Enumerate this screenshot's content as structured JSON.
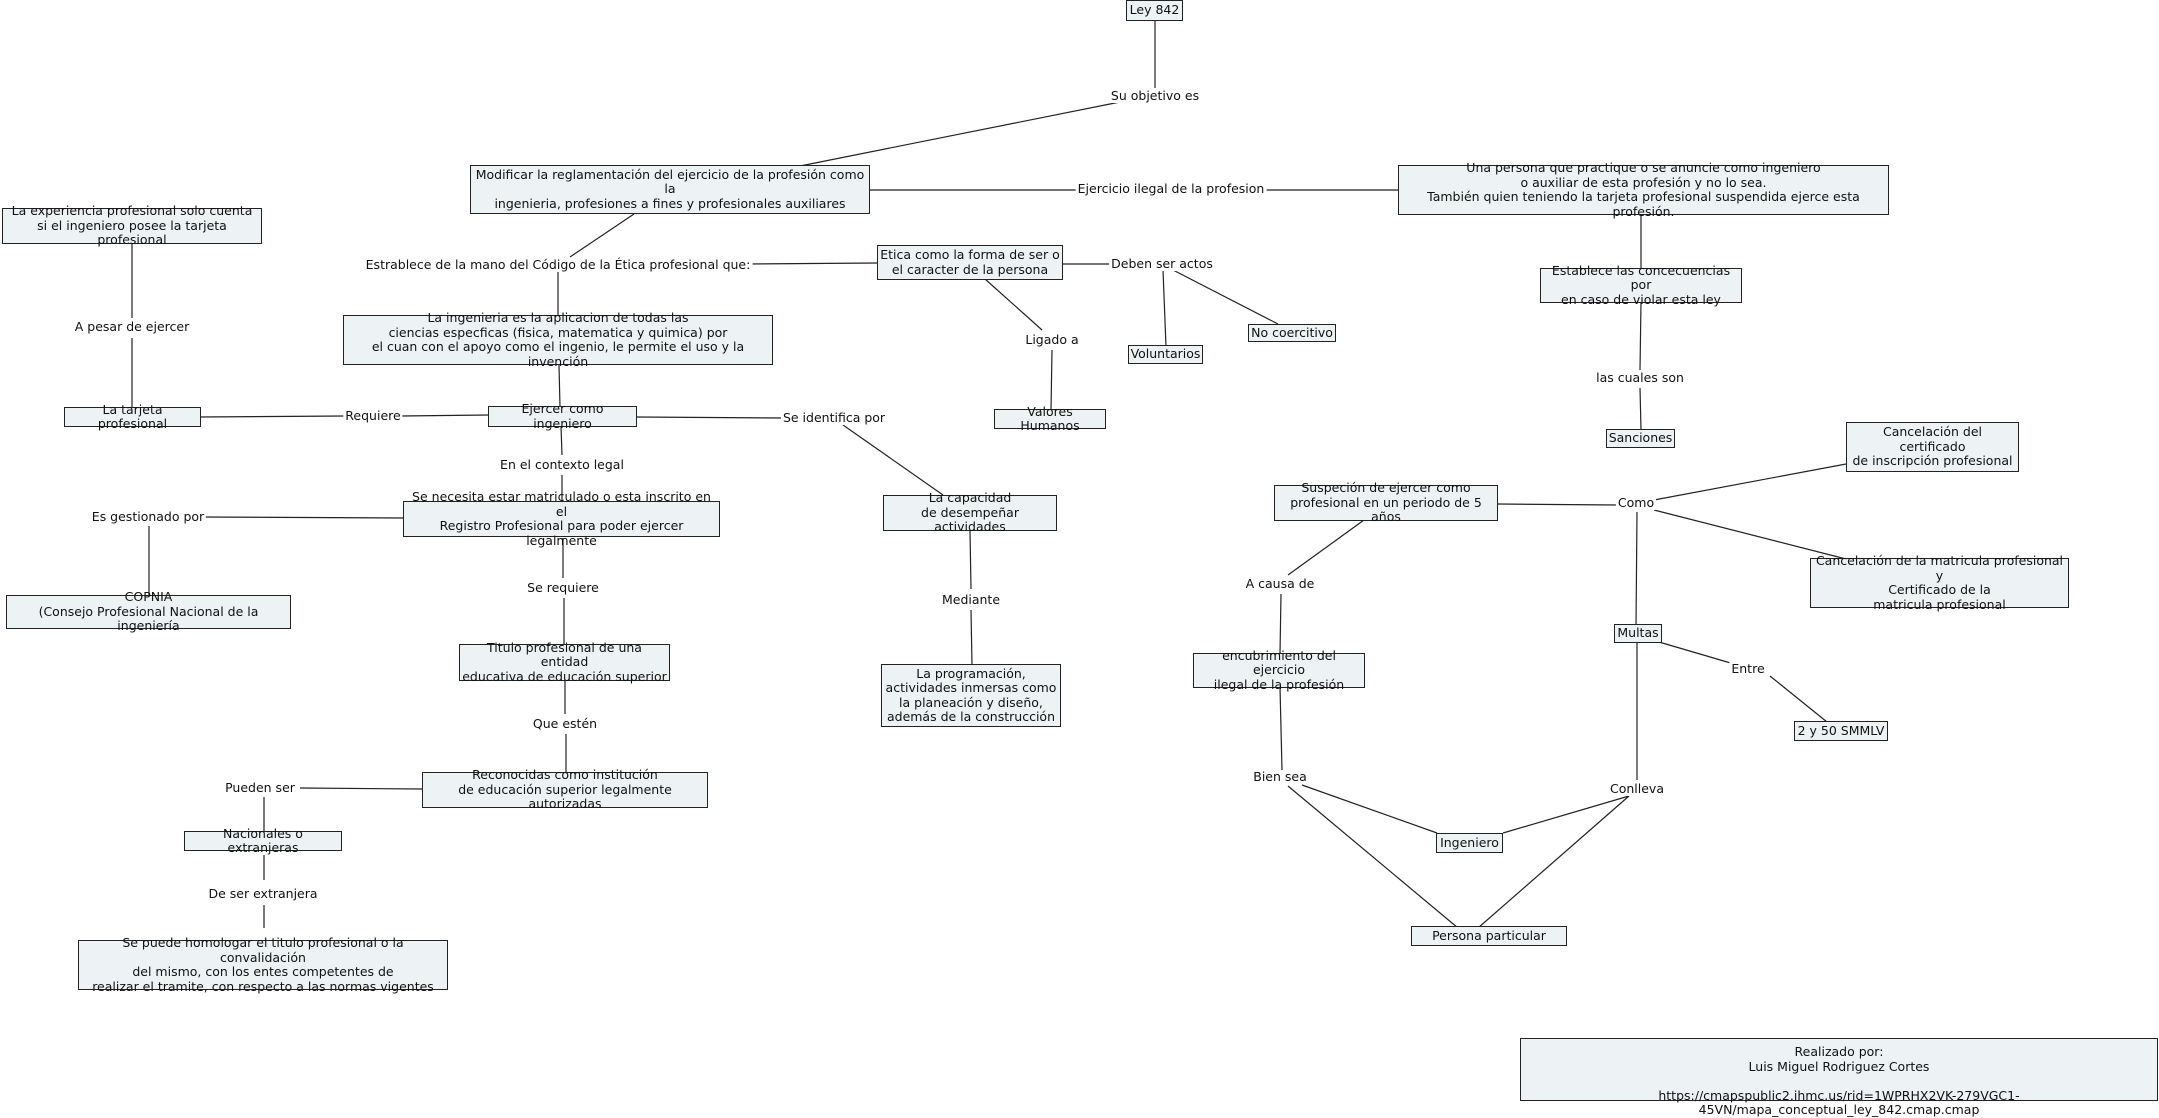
{
  "concepts": {
    "ley842": "Ley 842",
    "modificar": "Modificar la reglamentación del ejercicio de la profesión como la\ningenieria, profesiones a fines y profesionales auxiliares",
    "persona_practique": "Una persona que practique o se anuncie como ingeniero\no auxiliar de esta profesión y no lo sea.\nTambién quien teniendo la tarjeta profesional suspendida ejerce esta profesión.",
    "experiencia": "La experiencia profesional solo cuenta\nsi el ingeniero posee la tarjeta profesional",
    "etica": "Etica como la forma de ser o\nel caracter de la persona",
    "ingenieria_aplicacion": "La ingenieria es la aplicacion de todas las\nciencias especficas (fisica, matematica y quimica) por\nel cuan con el apoyo como el ingenio, le permite el uso y la invención",
    "establece_consecuencias": "Establece las concecuencias por\nen caso de violar esta ley",
    "voluntarios": "Voluntarios",
    "no_coercitivo": "No coercitivo",
    "tarjeta": "La tarjeta profesional",
    "ejercer": "Ejercer como ingeniero",
    "valores": "Valores Humanos",
    "sanciones": "Sanciones",
    "cancelacion_certificado": "Cancelación del certificado\nde inscripción profesional",
    "suspencion": "Suspeción de ejercer como\nprofesional en un periodo de 5 años",
    "se_necesita": "Se necesita estar matriculado o esta inscrito en el\nRegistro Profesional para poder ejercer legalmente",
    "capacidad": "La capacidad\nde desempeñar actividades",
    "cancelacion_matricula": "Cancelación de la matricula profesional y\nCertificado de la\nmatricula profesional",
    "copnia": "COPNIA\n(Consejo Profesional Nacional de la ingeniería",
    "multas": "Multas",
    "titulo": "Titulo profesional de una entidad\neducativa de educación superior",
    "encubrimiento": "encubrimiento del ejercicio\nilegal de la profesión",
    "programacion": "La programación,\nactividades inmersas como\nla planeación y diseño,\nademás de la construcción",
    "smmlv": "2 y 50 SMMLV",
    "reconocidas": "Reconocidas como institución\nde educación superior legalmente autorizadas",
    "nacionales": "Nacionales o extranjeras",
    "ingeniero": "Ingeniero",
    "persona_particular": "Persona particular",
    "homologar": "Se puede homologar el titulo profesional o la convalidación\ndel mismo, con los entes competentes de\nrealizar el tramite, con respecto a las normas vigentes",
    "credit": "Realizado por:\nLuis Miguel Rodriguez Cortes\n\nhttps://cmapspublic2.ihmc.us/rid=1WPRHX2VK-279VGC1-45VN/mapa_conceptual_ley_842.cmap.cmap"
  },
  "links": {
    "su_objetivo": "Su objetivo es",
    "ejercicio_ilegal": "Ejercicio ilegal de la profesion",
    "establece_codigo": "Estrablece de la mano del Código de la Ética profesional que:",
    "deben_ser": "Deben ser actos",
    "a_pesar": "A pesar de ejercer",
    "ligado": "Ligado a",
    "cuales_son": "las cuales son",
    "requiere": "Requiere",
    "identifica": "Se identifica por",
    "contexto": "En el contexto legal",
    "como": "Como",
    "gestionado": "Es gestionado por",
    "a_causa": "A causa de",
    "se_requiere": "Se requiere",
    "mediante": "Mediante",
    "entre": "Entre",
    "que_esten": "Que estén",
    "bien_sea": "Bien sea",
    "conlleva": "Conlleva",
    "pueden_ser": "Pueden ser",
    "de_ser_extranjera": "De ser extranjera"
  }
}
